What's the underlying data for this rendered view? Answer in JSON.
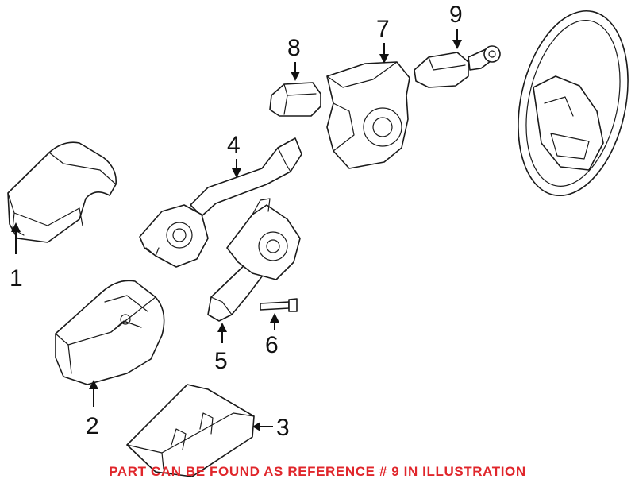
{
  "callouts": {
    "c1": "1",
    "c2": "2",
    "c3": "3",
    "c4": "4",
    "c5": "5",
    "c6": "6",
    "c7": "7",
    "c8": "8",
    "c9": "9"
  },
  "footer": {
    "text": "PART CAN BE FOUND AS REFERENCE # 9 IN ILLUSTRATION",
    "color": "#e0262b"
  }
}
